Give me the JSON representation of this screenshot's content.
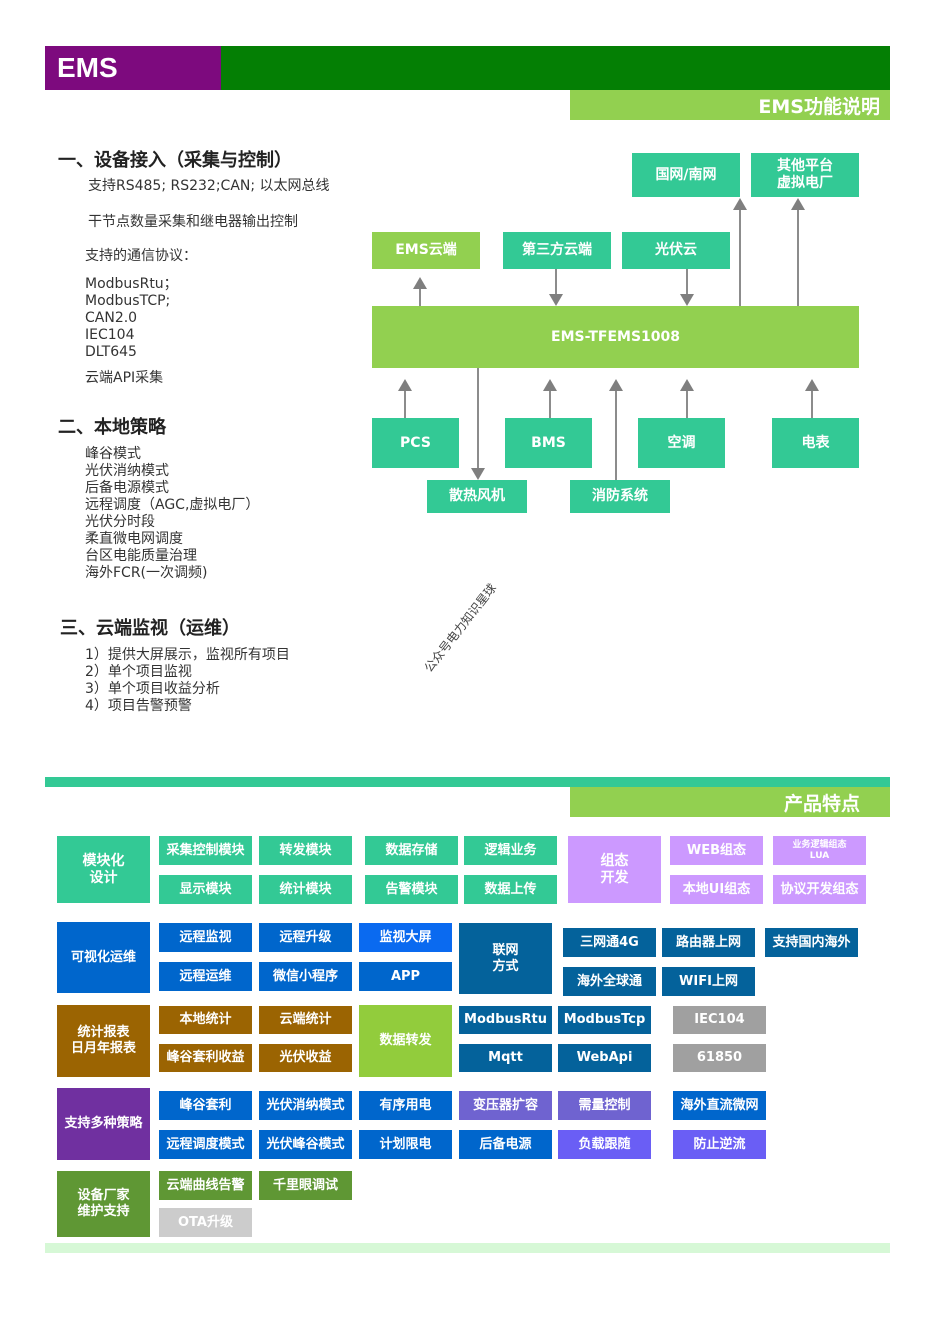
{
  "header": {
    "tag": "EMS",
    "subtitle": "EMS功能说明",
    "colors": {
      "bar": "#047f04",
      "tag": "#7d0a7e",
      "subbar": "#92d050"
    }
  },
  "sections": [
    {
      "title": "一、设备接入（采集与控制）",
      "lines": [
        "支持RS485; RS232;CAN;  以太网总线",
        "干节点数量采集和继电器输出控制",
        "支持的通信协议：",
        "ModbusRtu；\nModbusTCP;\nCAN2.0\nIEC104\nDLT645",
        "云端API采集"
      ]
    },
    {
      "title": "二、本地策略",
      "lines": [
        "峰谷模式\n光伏消纳模式\n后备电源模式\n远程调度（AGC,虚拟电厂）\n光伏分时段\n柔直微电网调度\n台区电能质量治理\n海外FCR(一次调频)"
      ]
    },
    {
      "title": "三、云端监视（运维）",
      "lines": [
        "1）提供大屏展示，监视所有项目\n2）单个项目监视\n3）单个项目收益分析\n4）项目告警预警"
      ]
    }
  ],
  "watermark": "公众号电力知识星球",
  "diagram": {
    "core": "EMS-TFEMS1008",
    "top_upstream": [
      "国网/南网",
      "其他平台\n虚拟电厂"
    ],
    "top_clouds": [
      "EMS云端",
      "第三方云端",
      "光伏云"
    ],
    "devices_row1": [
      "PCS",
      "BMS",
      "空调",
      "电表"
    ],
    "devices_row2": [
      "散热风机",
      "消防系统"
    ]
  },
  "features": {
    "title": "产品特点",
    "colors": {
      "bar": "#33c995",
      "subbar": "#92d050",
      "footer": "#d6f8d6"
    },
    "modular": {
      "label": "模块化\n设计",
      "items": [
        "采集控制模块",
        "转发模块",
        "数据存储",
        "逻辑业务",
        "显示模块",
        "统计模块",
        "告警模块",
        "数据上传"
      ]
    },
    "config": {
      "label": "组态\n开发",
      "items": [
        "WEB组态",
        "业务逻辑组态\nLUA",
        "本地UI组态",
        "协议开发组态"
      ]
    },
    "visual": {
      "label": "可视化运维",
      "items": [
        "远程监视",
        "远程升级",
        "监视大屏",
        "远程运维",
        "微信小程序",
        "APP"
      ]
    },
    "network": {
      "label": "联网\n方式",
      "items": [
        "三网通4G",
        "路由器上网",
        "支持国内海外",
        "海外全球通",
        "WIFI上网"
      ]
    },
    "report": {
      "label": "统计报表\n日月年报表",
      "items": [
        "本地统计",
        "云端统计",
        "峰谷套利收益",
        "光伏收益"
      ]
    },
    "forward": {
      "label": "数据转发",
      "items": [
        "ModbusRtu",
        "ModbusTcp",
        "IEC104",
        "Mqtt",
        "WebApi",
        "61850"
      ]
    },
    "strategy": {
      "label": "支持多种策略",
      "items": [
        "峰谷套利",
        "光伏消纳模式",
        "有序用电",
        "变压器扩容",
        "需量控制",
        "海外直流微网",
        "远程调度模式",
        "光伏峰谷模式",
        "计划限电",
        "后备电源",
        "负载跟随",
        "防止逆流"
      ]
    },
    "support": {
      "label": "设备厂家\n维护支持",
      "items": [
        "云端曲线告警",
        "千里眼调试",
        "OTA升级"
      ]
    }
  }
}
